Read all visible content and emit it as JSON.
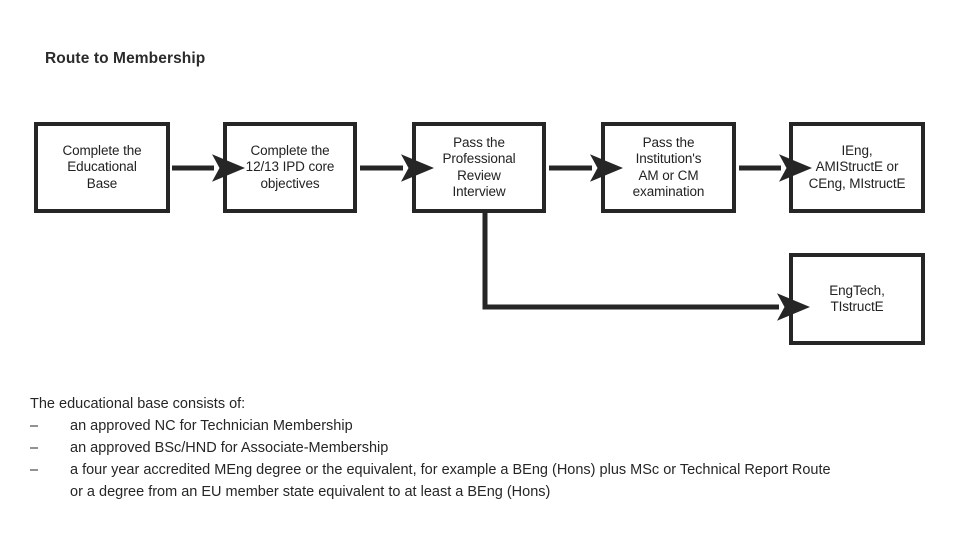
{
  "title": "Route to Membership",
  "colors": {
    "stroke": "#262626",
    "text": "#262626",
    "background": "#ffffff"
  },
  "flow": {
    "nodes": [
      {
        "id": "educational-base",
        "label": "Complete the\nEducational\nBase"
      },
      {
        "id": "ipd-objectives",
        "label": "Complete the\n12/13 IPD core\nobjectives"
      },
      {
        "id": "review-interview",
        "label": "Pass the\nProfessional\nReview\nInterview"
      },
      {
        "id": "am-cm-exam",
        "label": "Pass the\nInstitution's\nAM or CM\nexamination"
      },
      {
        "id": "ieng-ceng",
        "label": "IEng,\nAMIStructE or\nCEng, MIstructE"
      },
      {
        "id": "engtech",
        "label": "EngTech,\nTIstructE"
      }
    ],
    "connectors": [
      {
        "id": "arrow-1",
        "from": "educational-base",
        "to": "ipd-objectives",
        "kind": "straight-arrow"
      },
      {
        "id": "arrow-2",
        "from": "ipd-objectives",
        "to": "review-interview",
        "kind": "straight-arrow"
      },
      {
        "id": "arrow-3",
        "from": "review-interview",
        "to": "am-cm-exam",
        "kind": "straight-arrow"
      },
      {
        "id": "arrow-4",
        "from": "am-cm-exam",
        "to": "ieng-ceng",
        "kind": "straight-arrow"
      },
      {
        "id": "arrow-5",
        "from": "review-interview",
        "to": "engtech",
        "kind": "elbow-arrow"
      }
    ]
  },
  "notes": {
    "heading": "The educational base consists of:",
    "dash": "–",
    "items": [
      {
        "text": "an approved NC for Technician Membership",
        "continuation": ""
      },
      {
        "text": "an approved BSc/HND for Associate-Membership",
        "continuation": ""
      },
      {
        "text": "a four year accredited MEng degree or the equivalent, for example a BEng (Hons) plus MSc or Technical Report Route",
        "continuation": "or a degree from an EU member state equivalent to at least a BEng (Hons)"
      }
    ]
  }
}
